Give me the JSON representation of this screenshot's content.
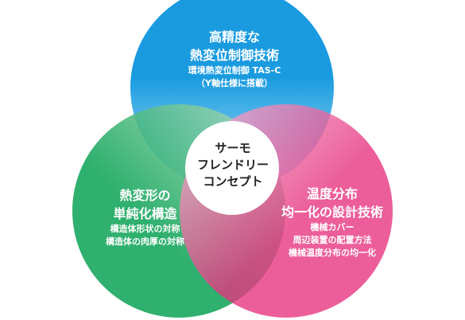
{
  "colors": {
    "top_light": "#b4e4f8",
    "top_dark": "#1a9be0",
    "left_light": "#c2e2c8",
    "left_dark": "#0aa254",
    "right_light": "#f8c4dc",
    "right_dark": "#e6317e",
    "center_text": "#222222"
  },
  "center": {
    "line1": "サーモ",
    "line2": "フレンドリー",
    "line3": "コンセプト"
  },
  "top_circle": {
    "title1": "高精度な",
    "title2": "熱変位制御技術",
    "sub1": "環境熱変位制御 TAS-C",
    "sub2": "（Y軸仕様に搭載）"
  },
  "left_circle": {
    "title1": "熱変形の",
    "title2": "単純化構造",
    "sub1": "構造体形状の対称",
    "sub2": "構造体の肉厚の対称"
  },
  "right_circle": {
    "title1": "温度分布",
    "title2": "均一化の設計技術",
    "sub1": "機械カバー",
    "sub2": "周辺装置の配置方法",
    "sub3": "機械温度分布の均一化"
  }
}
